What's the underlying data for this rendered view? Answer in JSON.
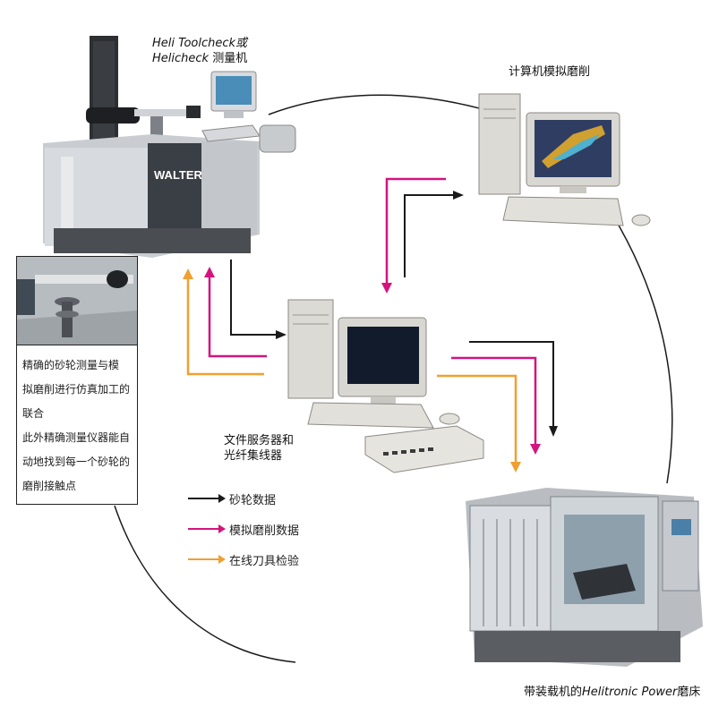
{
  "labels": {
    "toolcheck_line1": "Heli Toolcheck或",
    "toolcheck_line2_italic": "Helicheck",
    "toolcheck_line2_rest": " 测量机",
    "computer_sim": "计算机模拟磨削",
    "file_server_line1": "文件服务器和",
    "file_server_line2": "光纤集线器",
    "machine_prefix": "带装载机的",
    "machine_italic": "Helitronic Power",
    "machine_suffix": "磨床"
  },
  "brand_on_machine": "WALTER",
  "note": {
    "line1": "精确的砂轮测量与模",
    "line2": "拟磨削进行仿真加工的",
    "line3": "联合",
    "line4": "此外精确测量仪器能自",
    "line5": "动地找到每一个砂轮的",
    "line6": "磨削接触点"
  },
  "legend": [
    {
      "text": "砂轮数据",
      "color": "#1a1a1a"
    },
    {
      "text": "模拟磨削数据",
      "color": "#d4147f"
    },
    {
      "text": "在线刀具检验",
      "color": "#f0a030"
    }
  ],
  "colors": {
    "black_arrow": "#1a1a1a",
    "magenta_arrow": "#d4147f",
    "orange_arrow": "#f0a030",
    "cycle_line": "#1a1a1a"
  }
}
